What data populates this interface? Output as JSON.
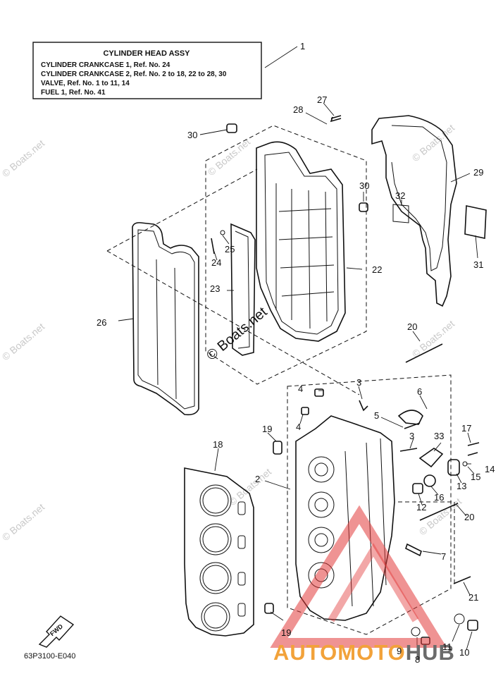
{
  "legend": {
    "title": "CYLINDER  HEAD ASSY",
    "lines": [
      "CYLINDER CRANKCASE 1, Ref. No. 24",
      "CYLINDER CRANKCASE 2, Ref. No. 2 to 18, 22 to 28, 30",
      "VALVE,  Ref. No. 1 to 11, 14",
      "FUEL 1,  Ref. No. 41"
    ]
  },
  "watermark": "© Boats.net",
  "diagram_code": "63P3100-E040",
  "fwd_label": "FWD",
  "brand": {
    "part1": "AUTOMOTO",
    "part2": "HUB",
    "color1": "#f2a23a",
    "color2": "#6b6b6b",
    "mark_color": "#e23b3b"
  },
  "callouts": [
    "1",
    "2",
    "3",
    "3",
    "4",
    "4",
    "5",
    "6",
    "7",
    "8",
    "9",
    "10",
    "11",
    "12",
    "13",
    "14",
    "15",
    "16",
    "17",
    "18",
    "19",
    "19",
    "20",
    "20",
    "21",
    "22",
    "23",
    "24",
    "25",
    "26",
    "27",
    "28",
    "29",
    "30",
    "30",
    "31",
    "32",
    "33"
  ]
}
